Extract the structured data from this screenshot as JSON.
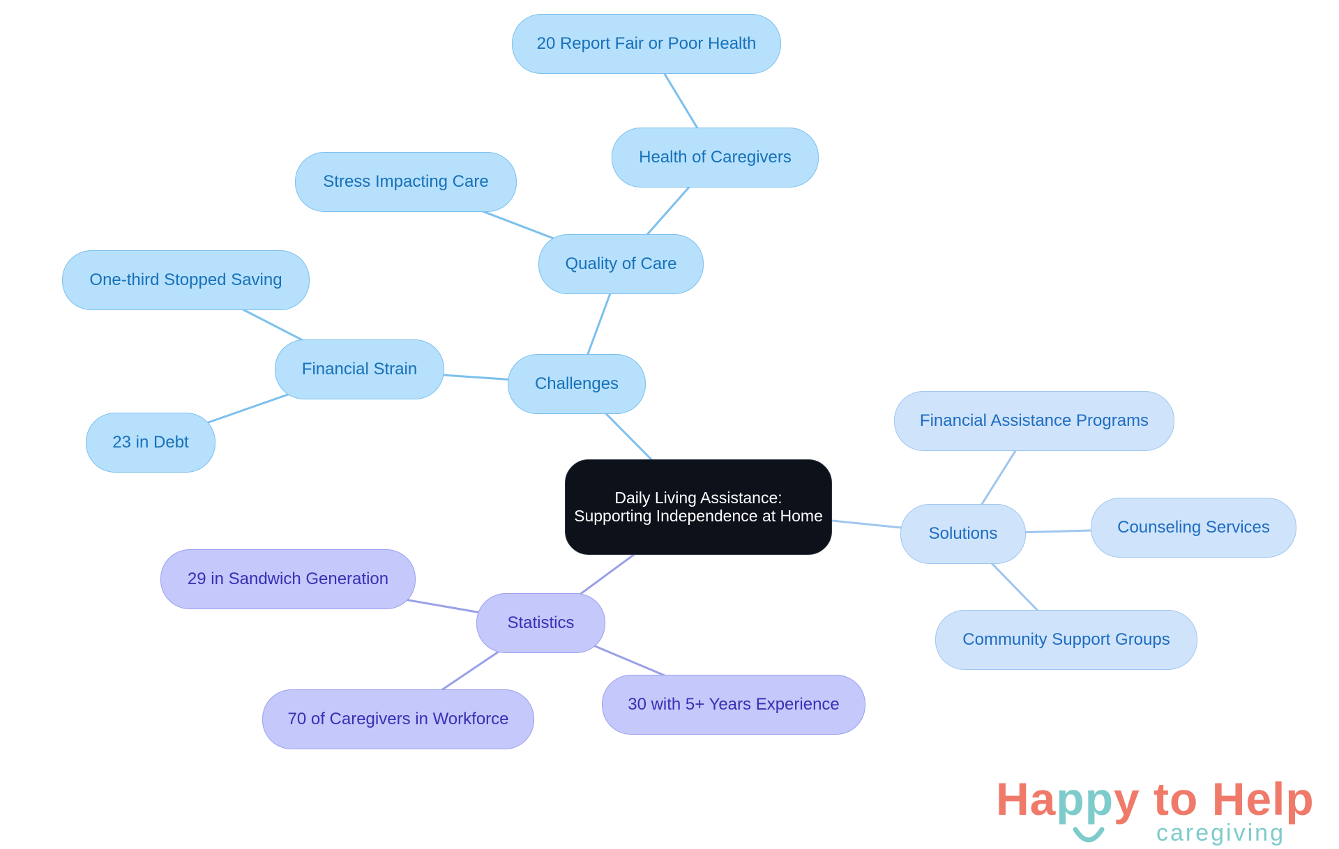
{
  "diagram": {
    "root": {
      "id": "root",
      "label": "Daily Living Assistance: Supporting Independence at Home"
    },
    "nodes": [
      {
        "id": "challenges",
        "label": "Challenges",
        "group": "blue"
      },
      {
        "id": "quality",
        "label": "Quality of Care",
        "group": "blue"
      },
      {
        "id": "health",
        "label": "Health of Caregivers",
        "group": "blue"
      },
      {
        "id": "poorhealth",
        "label": "20 Report Fair or Poor Health",
        "group": "blue"
      },
      {
        "id": "stress",
        "label": "Stress Impacting Care",
        "group": "blue"
      },
      {
        "id": "financial",
        "label": "Financial Strain",
        "group": "blue"
      },
      {
        "id": "saving",
        "label": "One-third Stopped Saving",
        "group": "blue"
      },
      {
        "id": "debt",
        "label": "23 in Debt",
        "group": "blue"
      },
      {
        "id": "solutions",
        "label": "Solutions",
        "group": "pale"
      },
      {
        "id": "assistance",
        "label": "Financial Assistance Programs",
        "group": "pale"
      },
      {
        "id": "counseling",
        "label": "Counseling Services",
        "group": "pale"
      },
      {
        "id": "community",
        "label": "Community Support Groups",
        "group": "pale"
      },
      {
        "id": "statistics",
        "label": "Statistics",
        "group": "lav"
      },
      {
        "id": "sandwich",
        "label": "29 in Sandwich Generation",
        "group": "lav"
      },
      {
        "id": "workforce",
        "label": "70 of Caregivers in Workforce",
        "group": "lav"
      },
      {
        "id": "experience",
        "label": "30 with 5+ Years Experience",
        "group": "lav"
      }
    ],
    "edges": [
      {
        "from": "root",
        "to": "challenges"
      },
      {
        "from": "challenges",
        "to": "quality"
      },
      {
        "from": "quality",
        "to": "health"
      },
      {
        "from": "health",
        "to": "poorhealth"
      },
      {
        "from": "quality",
        "to": "stress"
      },
      {
        "from": "challenges",
        "to": "financial"
      },
      {
        "from": "financial",
        "to": "saving"
      },
      {
        "from": "financial",
        "to": "debt"
      },
      {
        "from": "root",
        "to": "solutions"
      },
      {
        "from": "solutions",
        "to": "assistance"
      },
      {
        "from": "solutions",
        "to": "counseling"
      },
      {
        "from": "solutions",
        "to": "community"
      },
      {
        "from": "root",
        "to": "statistics"
      },
      {
        "from": "statistics",
        "to": "sandwich"
      },
      {
        "from": "statistics",
        "to": "workforce"
      },
      {
        "from": "statistics",
        "to": "experience"
      }
    ]
  },
  "colors": {
    "edge_blue": "#7cc0ee",
    "edge_pale": "#9fc6ef",
    "edge_lav": "#9aa0e8",
    "logo_coral": "#f07a6a",
    "logo_teal": "#7ecbcc"
  },
  "logo": {
    "part1": "Ha",
    "part2": "pp",
    "part3": "y to Help",
    "sub": "caregiving"
  }
}
